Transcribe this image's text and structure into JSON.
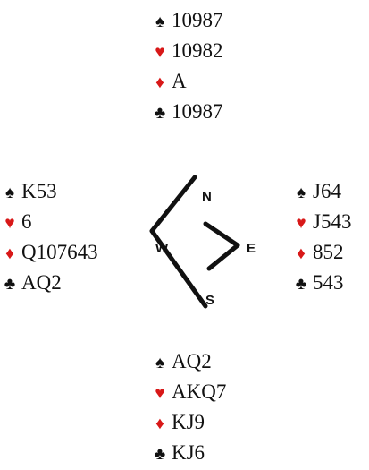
{
  "deal": {
    "north": {
      "spades": "10987",
      "hearts": "10982",
      "diamonds": "A",
      "clubs": "10987"
    },
    "west": {
      "spades": "K53",
      "hearts": "6",
      "diamonds": "Q107643",
      "clubs": "AQ2"
    },
    "east": {
      "spades": "J64",
      "hearts": "J543",
      "diamonds": "852",
      "clubs": "543"
    },
    "south": {
      "spades": "AQ2",
      "hearts": "AKQ7",
      "diamonds": "KJ9",
      "clubs": "KJ6"
    }
  },
  "compass": {
    "north": "N",
    "east": "E",
    "south": "S",
    "west": "W"
  },
  "suit_symbols": {
    "spades": "♠",
    "hearts": "♥",
    "diamonds": "♦",
    "clubs": "♣"
  },
  "colors": {
    "red_suits": "#d81818",
    "black_suits": "#111111"
  }
}
